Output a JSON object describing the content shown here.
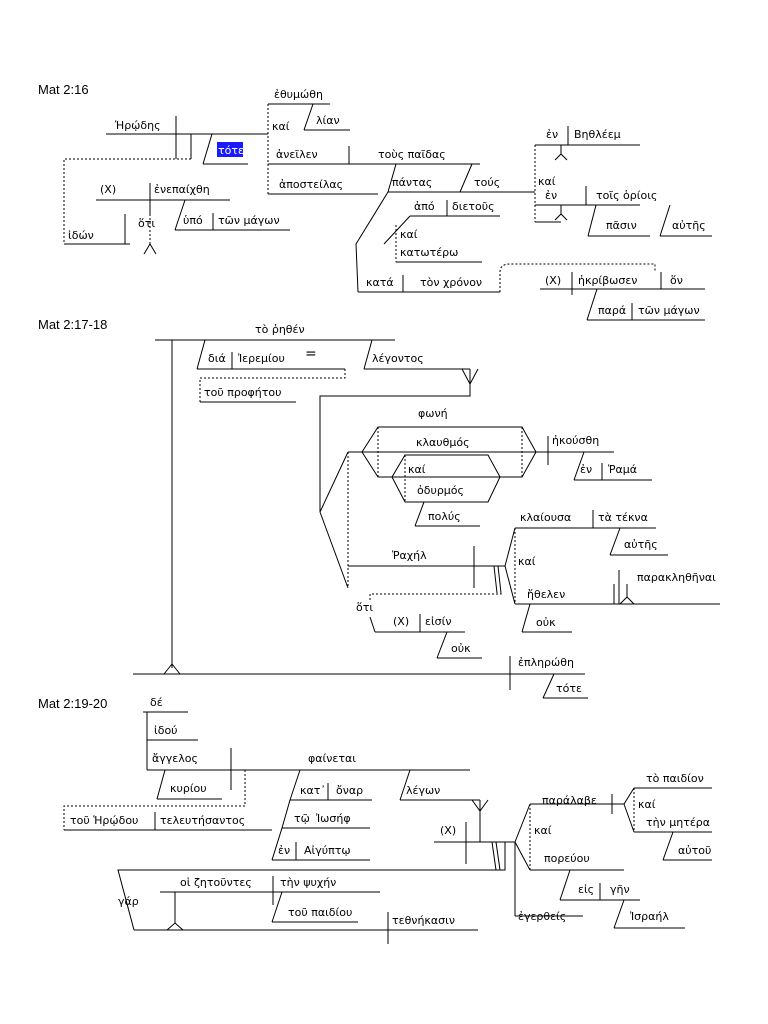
{
  "sections": [
    {
      "ref": "Mat 2:16",
      "words": [
        "Ἡρῴδης",
        "ἐθυμώθη",
        "λίαν",
        "καί",
        "τότε",
        "ἀνεῖλεν",
        "τοὺς παῖδας",
        "ἀποστείλας",
        "πάντας",
        "τούς",
        "ἐν",
        "Βηθλέεμ",
        "καί",
        "ἐν",
        "τοῖς ὁρίοις",
        "πᾶσιν",
        "αὐτῆς",
        "(X)",
        "ἐνεπαίχθη",
        "ὅτι",
        "ὑπό",
        "τῶν μάγων",
        "ἰδών",
        "ἀπό",
        "διετοῦς",
        "καί",
        "κατωτέρω",
        "κατά",
        "τὸν χρόνον",
        "(X)",
        "ἠκρίβωσεν",
        "ὅν",
        "παρά",
        "τῶν μάγων"
      ]
    },
    {
      "ref": "Mat 2:17-18",
      "words": [
        "τὸ ῥηθέν",
        "διά",
        "Ἰερεμίου",
        "=",
        "τοῦ προφήτου",
        "λέγοντος",
        "φωνή",
        "κλαυθμός",
        "καί",
        "ὀδυρμός",
        "πολύς",
        "ἠκούσθη",
        "ἐν",
        "Ῥαμά",
        "κλαίουσα",
        "τὰ τέκνα",
        "αὐτῆς",
        "Ῥαχήλ",
        "καί",
        "ἤθελεν",
        "παρακληθῆναι",
        "οὐκ",
        "ὅτι",
        "(X)",
        "εἰσίν",
        "οὐκ",
        "ἐπληρώθη",
        "τότε"
      ]
    },
    {
      "ref": "Mat 2:19-20",
      "words": [
        "δέ",
        "ἰδού",
        "ἄγγελος",
        "κυρίου",
        "φαίνεται",
        "κατ᾽",
        "ὄναρ",
        "τῷ",
        "Ἰωσήφ",
        "ἐν",
        "Αἰγύπτῳ",
        "λέγων",
        "τοῦ Ἡρῴδου",
        "τελευτήσαντος",
        "(X)",
        "παράλαβε",
        "τὸ παιδίον",
        "καί",
        "τὴν μητέρα",
        "αὐτοῦ",
        "καί",
        "πορεύου",
        "εἰς",
        "γῆν",
        "Ἰσραήλ",
        "ἐγερθείς",
        "γάρ",
        "οἱ ζητοῦντες",
        "τὴν ψυχήν",
        "τοῦ παιδίου",
        "τεθνήκασιν"
      ]
    }
  ],
  "highlight_color": "#1a1aff"
}
